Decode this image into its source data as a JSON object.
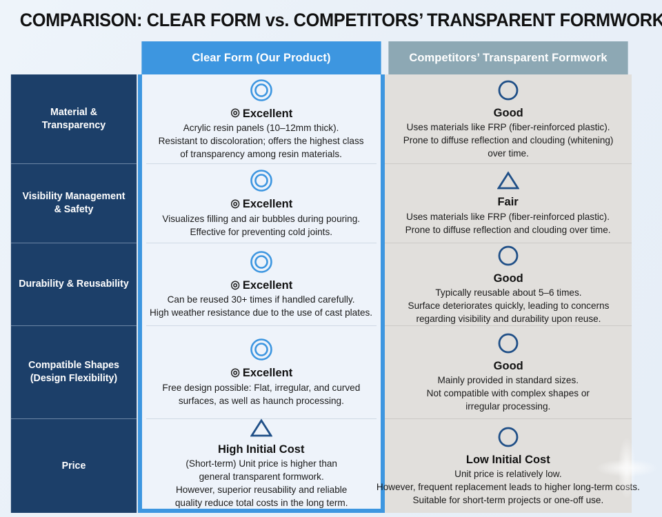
{
  "title": "COMPARISON: CLEAR FORM vs. COMPETITORS’ TRANSPARENT FORMWORK",
  "colors": {
    "accent_blue": "#3d96e0",
    "label_navy": "#1c3f69",
    "competitor_header": "#8da8b4",
    "ours_body": "#eef3fa",
    "competitor_body": "#e1dfdc",
    "page_background": "#eaf1f8"
  },
  "header": {
    "spacer": "",
    "ours": "Clear Form (Our Product)",
    "competitors": "Competitors’ Transparent Formwork"
  },
  "rows": [
    {
      "label": "Material & Transparency",
      "label_lines": [
        "Material &",
        "Transparency"
      ],
      "ours": {
        "icon": "double-circle-icon",
        "rating_glyph": "◎",
        "rating": "Excellent",
        "desc_lines": [
          "Acrylic resin panels (10–12mm thick).",
          "Resistant to discoloration; offers the highest class",
          "of transparency among resin materials."
        ]
      },
      "competitors": {
        "icon": "circle-icon",
        "rating_glyph": "",
        "rating": "Good",
        "desc_lines": [
          "Uses materials like FRP (fiber-reinforced plastic).",
          "Prone to diffuse reflection and clouding (whitening)",
          "over time."
        ]
      }
    },
    {
      "label": "Visibility Management & Safety",
      "label_lines": [
        "Visibility Management",
        "& Safety"
      ],
      "ours": {
        "icon": "double-circle-icon",
        "rating_glyph": "◎",
        "rating": "Excellent",
        "desc_lines": [
          "Visualizes filling and air bubbles during pouring.",
          "Effective for preventing cold joints."
        ]
      },
      "competitors": {
        "icon": "triangle-icon",
        "rating_glyph": "",
        "rating": "Fair",
        "desc_lines": [
          "Uses materials like FRP (fiber-reinforced plastic).",
          "Prone to diffuse reflection and clouding over time."
        ]
      }
    },
    {
      "label": "Durability & Reusability",
      "label_lines": [
        "Durability & Reusability"
      ],
      "ours": {
        "icon": "double-circle-icon",
        "rating_glyph": "◎",
        "rating": "Excellent",
        "desc_lines": [
          "Can be reused 30+ times if handled carefully.",
          "High weather resistance due to the use of cast plates."
        ]
      },
      "competitors": {
        "icon": "circle-icon",
        "rating_glyph": "",
        "rating": "Good",
        "desc_lines": [
          "Typically reusable about 5–6 times.",
          "Surface deteriorates quickly, leading to concerns",
          "regarding visibility and durability upon reuse."
        ]
      }
    },
    {
      "label": "Compatible Shapes (Design Flexibility)",
      "label_lines": [
        "Compatible Shapes",
        "(Design Flexibility)"
      ],
      "ours": {
        "icon": "double-circle-icon",
        "rating_glyph": "◎",
        "rating": "Excellent",
        "desc_lines": [
          "Free design possible: Flat, irregular, and curved",
          "surfaces, as well as haunch processing."
        ]
      },
      "competitors": {
        "icon": "circle-icon",
        "rating_glyph": "",
        "rating": "Good",
        "desc_lines": [
          "Mainly provided in standard sizes.",
          "Not compatible with complex shapes or",
          "irregular processing."
        ]
      }
    },
    {
      "label": "Price",
      "label_lines": [
        "Price"
      ],
      "ours": {
        "icon": "triangle-icon",
        "rating_glyph": "",
        "rating": "High Initial Cost",
        "desc_lines": [
          "(Short-term) Unit price is higher than",
          "general transparent formwork.",
          "However, superior reusability and reliable",
          "quality reduce total costs in the long term."
        ]
      },
      "competitors": {
        "icon": "circle-icon",
        "rating_glyph": "",
        "rating": "Low Initial Cost",
        "desc_lines": [
          "Unit price is relatively low.",
          "However, frequent replacement leads to higher long-term costs.",
          "Suitable for short-term projects or one-off use."
        ]
      }
    }
  ]
}
